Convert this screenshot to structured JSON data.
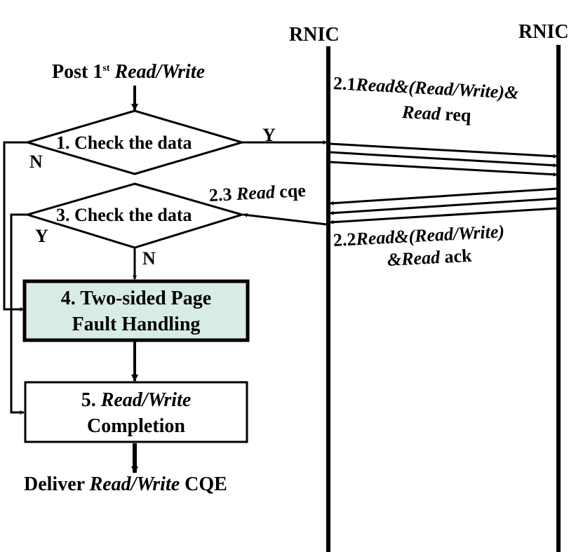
{
  "rnic_left": "RNIC",
  "rnic_right": "RNIC",
  "post": {
    "prefix": "Post 1",
    "sup": "st",
    "op": "Read/Write"
  },
  "step1": "1. Check the data",
  "step3": "3. Check the data",
  "yes": "Y",
  "no": "N",
  "msg21": {
    "num": "2.1",
    "line1_op": "Read&(Read/Write)&",
    "line2_op": "Read",
    "line2_suffix": "req"
  },
  "msg22": {
    "num": "2.2",
    "line1_op": "Read&(Read/Write)",
    "line2_op": "&Read",
    "line2_suffix": "ack"
  },
  "msg23": {
    "num": "2.3",
    "op": "Read",
    "suffix": "cqe"
  },
  "step4": {
    "line1": "4. Two-sided Page",
    "line2": "Fault Handling"
  },
  "step5": {
    "prefix": "5. ",
    "op": "Read/Write",
    "line2": "Completion"
  },
  "deliver": {
    "prefix": "Deliver ",
    "op": "Read/Write",
    "suffix": "CQE"
  },
  "colors": {
    "step4_fill": "#d9ece3",
    "line": "#000000"
  }
}
